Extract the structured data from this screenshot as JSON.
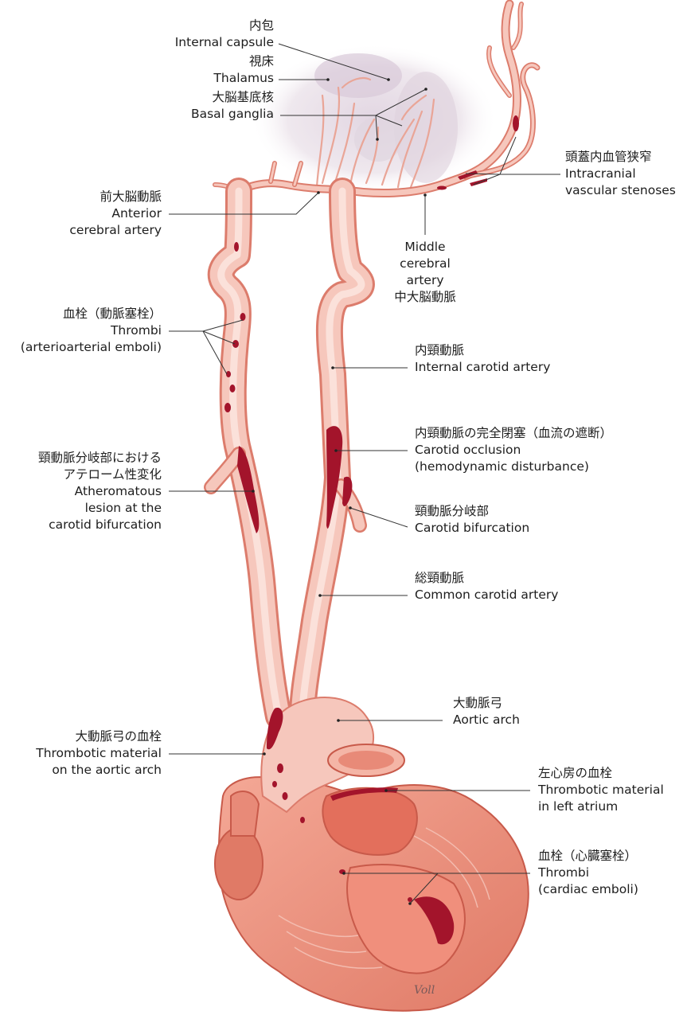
{
  "labels": {
    "internal_capsule": {
      "ja": "内包",
      "en": "Internal capsule"
    },
    "thalamus": {
      "ja": "視床",
      "en": "Thalamus"
    },
    "basal_ganglia": {
      "ja": "大脳基底核",
      "en": "Basal ganglia"
    },
    "intracranial_stenoses": {
      "ja": "頭蓋内血管狭窄",
      "en1": "Intracranial",
      "en2": "vascular stenoses"
    },
    "anterior_cerebral_artery": {
      "ja": "前大脳動脈",
      "en1": "Anterior",
      "en2": "cerebral artery"
    },
    "middle_cerebral_artery": {
      "en1": "Middle",
      "en2": "cerebral",
      "en3": "artery",
      "ja": "中大脳動脈"
    },
    "thrombi_arterioarterial": {
      "ja": "血栓（動脈塞栓）",
      "en1": "Thrombi",
      "en2": "(arterioarterial emboli)"
    },
    "internal_carotid_artery": {
      "ja": "内頸動脈",
      "en": "Internal carotid artery"
    },
    "carotid_occlusion": {
      "ja": "内頸動脈の完全閉塞（血流の遮断）",
      "en1": "Carotid occlusion",
      "en2": "(hemodynamic disturbance)"
    },
    "atheromatous_lesion": {
      "ja1": "頸動脈分岐部における",
      "ja2": "アテローム性変化",
      "en1": "Atheromatous",
      "en2": "lesion at the",
      "en3": "carotid bifurcation"
    },
    "carotid_bifurcation": {
      "ja": "頸動脈分岐部",
      "en": "Carotid bifurcation"
    },
    "common_carotid_artery": {
      "ja": "総頸動脈",
      "en": "Common carotid artery"
    },
    "aortic_arch": {
      "ja": "大動脈弓",
      "en": "Aortic arch"
    },
    "thrombotic_aortic_arch": {
      "ja": "大動脈弓の血栓",
      "en1": "Thrombotic material",
      "en2": "on the aortic arch"
    },
    "thrombotic_left_atrium": {
      "ja": "左心房の血栓",
      "en1": "Thrombotic material",
      "en2": "in left atrium"
    },
    "thrombi_cardiac": {
      "ja": "血栓（心臓塞栓）",
      "en1": "Thrombi",
      "en2": "(cardiac emboli)"
    }
  },
  "signature": "Voll",
  "colors": {
    "vessel_fill": "#f6c7bc",
    "vessel_stroke": "#dc7c6c",
    "vessel_light": "#fbe1da",
    "thrombus": "#a3142b",
    "heart_fill": "#ec8f7e",
    "heart_dark": "#c85a4a",
    "brain_shade": "#e8dde6",
    "leader_line": "#333333"
  }
}
